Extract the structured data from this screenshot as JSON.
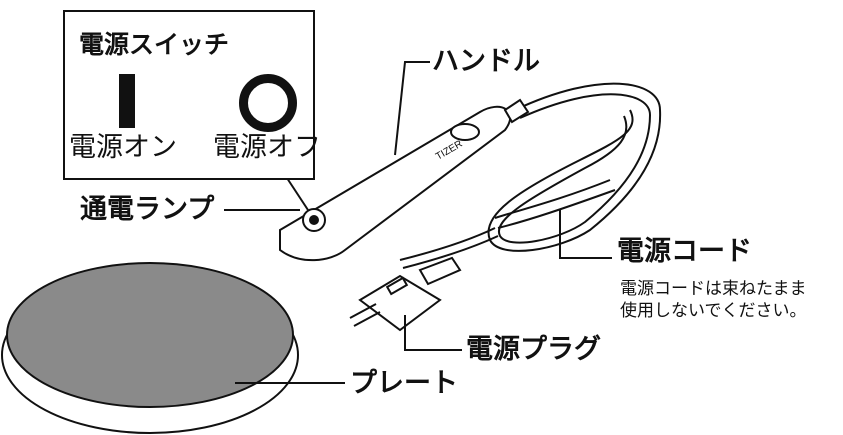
{
  "switch_panel": {
    "title": "電源スイッチ",
    "on_label": "電源オン",
    "off_label": "電源オフ"
  },
  "labels": {
    "handle": "ハンドル",
    "lamp": "通電ランプ",
    "cord": "電源コード",
    "cord_note_line1": "電源コードは束ねたまま",
    "cord_note_line2": "使用しないでください。",
    "plug": "電源プラグ",
    "plate": "プレート"
  },
  "handle_print": {
    "brand": "TIZER"
  },
  "colors": {
    "plate_fill": "#8a8a8a",
    "line": "#111111",
    "background": "#ffffff"
  }
}
